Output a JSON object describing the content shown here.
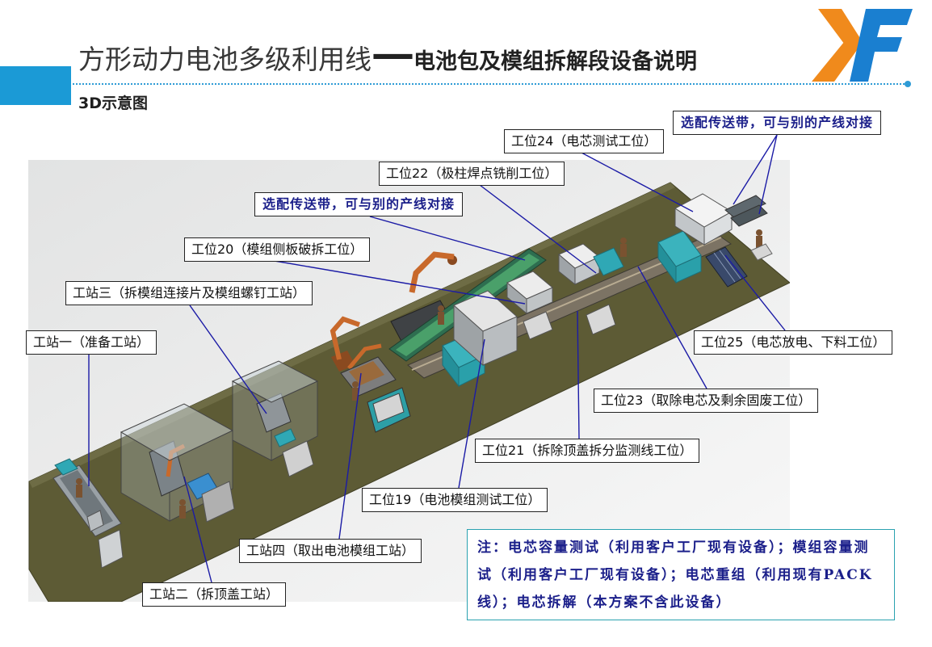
{
  "header": {
    "title_main": "方形动力电池多级利用线",
    "title_sep": "——",
    "title_sub": "电池包及模组拆解段设备说明"
  },
  "logo": {
    "letters": "XF",
    "icon": "xf-logo",
    "colors": [
      "#f08a1c",
      "#1a7fd0"
    ]
  },
  "section_label": "3D示意图",
  "colors": {
    "accent_blue": "#1b9ad6",
    "callout_navy": "#1b1f8a",
    "leader_line": "#1b1ba6",
    "note_border": "#2aa2b0",
    "floor": "#5d5b35"
  },
  "callouts": [
    {
      "text": "选配传送带，可与别的产线对接"
    },
    {
      "text": "工位24（电芯测试工位）"
    },
    {
      "text": "工位22（极柱焊点铣削工位）"
    },
    {
      "text": "选配传送带，可与别的产线对接"
    },
    {
      "text": "工位20（模组侧板破拆工位）"
    },
    {
      "text": "工站三（拆模组连接片及模组螺钉工站）"
    },
    {
      "text": "工站一（准备工站）"
    },
    {
      "text": "工位25（电芯放电、下料工位）"
    },
    {
      "text": "工位23（取除电芯及剩余固废工位）"
    },
    {
      "text": "工位21（拆除顶盖拆分监测线工位）"
    },
    {
      "text": "工位19（电池模组测试工位）"
    },
    {
      "text": "工站四（取出电池模组工站）"
    },
    {
      "text": "工站二（拆顶盖工站）"
    }
  ],
  "note": {
    "lines": [
      "注：电芯容量测试（利用客户工厂现有设备）；模组容量测",
      "试（利用客户工厂现有设备）；电芯重组（利用现有PACK",
      "线）；电芯拆解（本方案不含此设备）"
    ]
  }
}
